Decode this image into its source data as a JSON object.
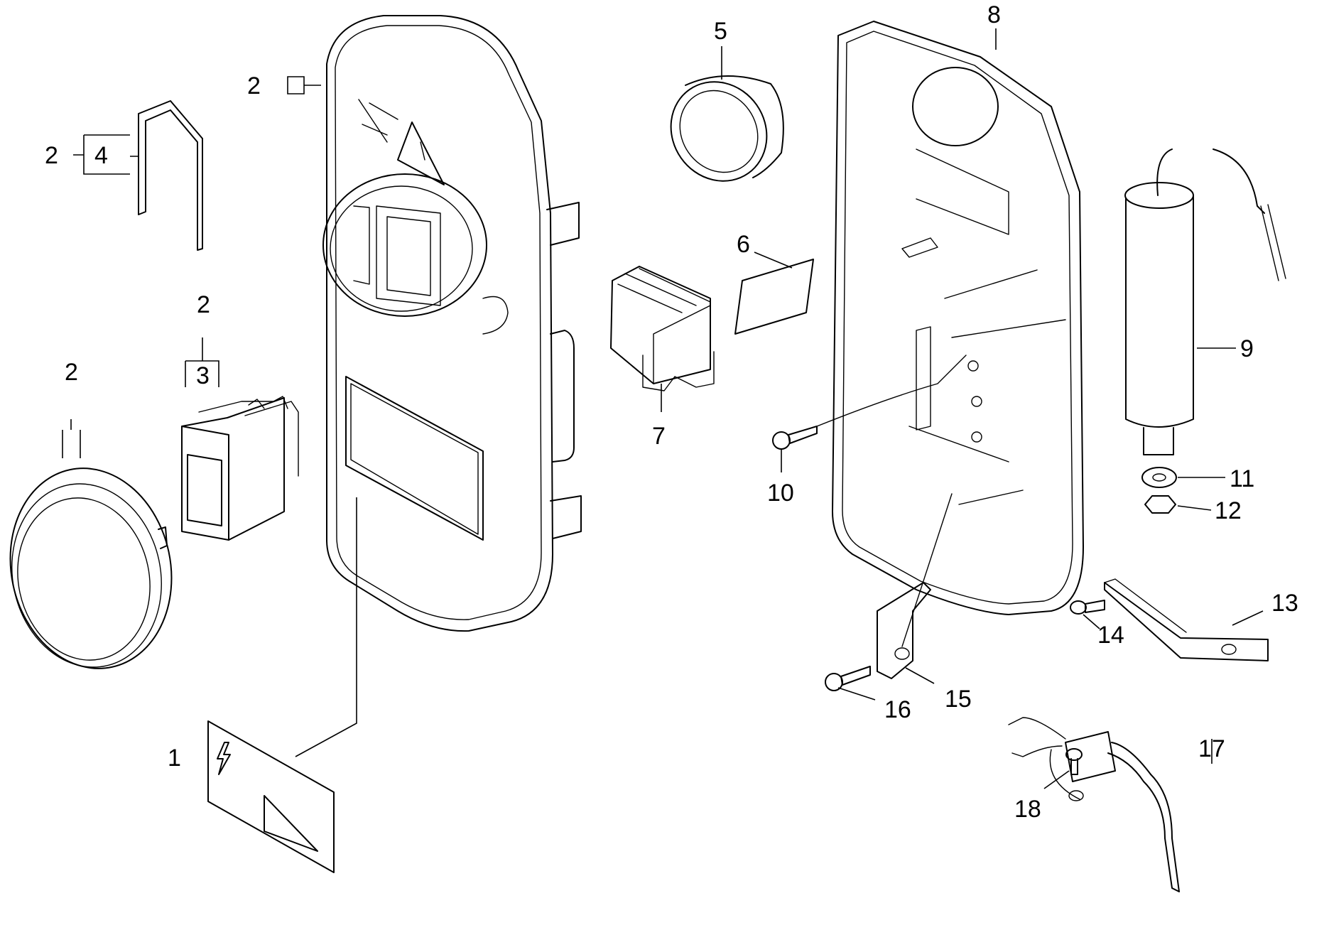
{
  "callouts": {
    "c1": "1",
    "c2a": "2",
    "c2b": "2",
    "c2c": "2",
    "c2d": "2",
    "c3": "3",
    "c4": "4",
    "c5": "5",
    "c6": "6",
    "c7": "7",
    "c8": "8",
    "c9": "9",
    "c10": "10",
    "c11": "11",
    "c12": "12",
    "c13": "13",
    "c14": "14",
    "c15": "15",
    "c16": "16",
    "c17": "17",
    "c18": "18"
  }
}
